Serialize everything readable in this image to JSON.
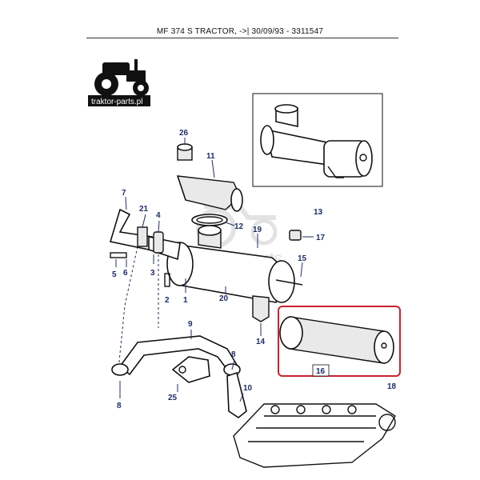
{
  "header": {
    "title": "MF 374 S TRACTOR, ->| 30/09/93 - 3311547"
  },
  "logo": {
    "text": "traktor-parts.pl",
    "icon": "tractor-icon"
  },
  "watermark": {
    "text": "traktor-parts"
  },
  "colors": {
    "callout": "#1f2c6b",
    "highlight": "#cc2230",
    "logo_bg": "#111111"
  },
  "callouts": {
    "c1": "1",
    "c2": "2",
    "c3": "3",
    "c4": "4",
    "c5": "5",
    "c6": "6",
    "c7": "7",
    "c8a": "8",
    "c8b": "8",
    "c9": "9",
    "c10": "10",
    "c11": "11",
    "c12": "12",
    "c13": "13",
    "c14": "14",
    "c15": "15",
    "c16": "16",
    "c17": "17",
    "c18": "18",
    "c19": "19",
    "c20": "20",
    "c21": "21",
    "c25": "25",
    "c26": "26"
  },
  "highlight": {
    "part": "16"
  }
}
